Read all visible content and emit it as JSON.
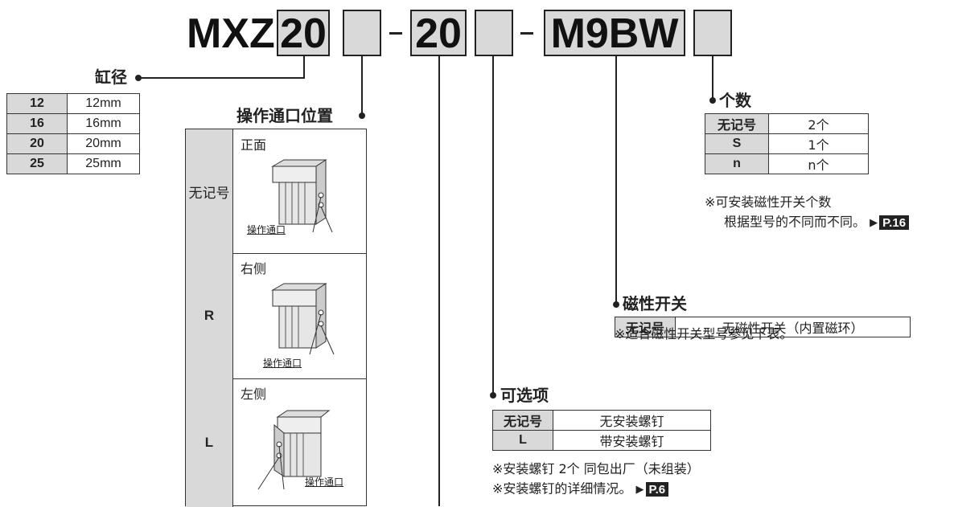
{
  "code": {
    "prefix": "MXZ",
    "bore": "20",
    "stroke": "20",
    "switch": "M9BW",
    "dash1": "-",
    "dash2": "-"
  },
  "bore": {
    "title": "缸径",
    "rows": [
      {
        "code": "12",
        "value": "12mm"
      },
      {
        "code": "16",
        "value": "16mm"
      },
      {
        "code": "20",
        "value": "20mm"
      },
      {
        "code": "25",
        "value": "25mm"
      }
    ]
  },
  "port": {
    "title": "操作通口位置",
    "rows": [
      {
        "code": "无记号",
        "label": "正面",
        "callout": "操作通口"
      },
      {
        "code": "R",
        "label": "右侧",
        "callout": "操作通口"
      },
      {
        "code": "L",
        "label": "左侧",
        "callout": "操作通口"
      }
    ]
  },
  "count": {
    "title": "个数",
    "rows": [
      {
        "code": "无记号",
        "value": "2个"
      },
      {
        "code": "S",
        "value": "1个"
      },
      {
        "code": "n",
        "value": "n个"
      }
    ],
    "note1": "※可安装磁性开关个数",
    "note2": "根据型号的不同而不同。",
    "ref": "P.16"
  },
  "switch": {
    "title": "磁性开关",
    "rows": [
      {
        "code": "无记号",
        "value": "无磁性开关（内置磁环）"
      }
    ],
    "note": "※适合磁性开关型号参见下表。"
  },
  "option": {
    "title": "可选项",
    "rows": [
      {
        "code": "无记号",
        "value": "无安装螺钉"
      },
      {
        "code": "L",
        "value": "带安装螺钉"
      }
    ],
    "note1": "※安装螺钉 2个 同包出厂（未组装）",
    "note2": "※安装螺钉的详细情况。",
    "ref": "P.6"
  },
  "colors": {
    "box_fill": "#d9d9d9",
    "line": "#222222",
    "badge": "#222222"
  }
}
